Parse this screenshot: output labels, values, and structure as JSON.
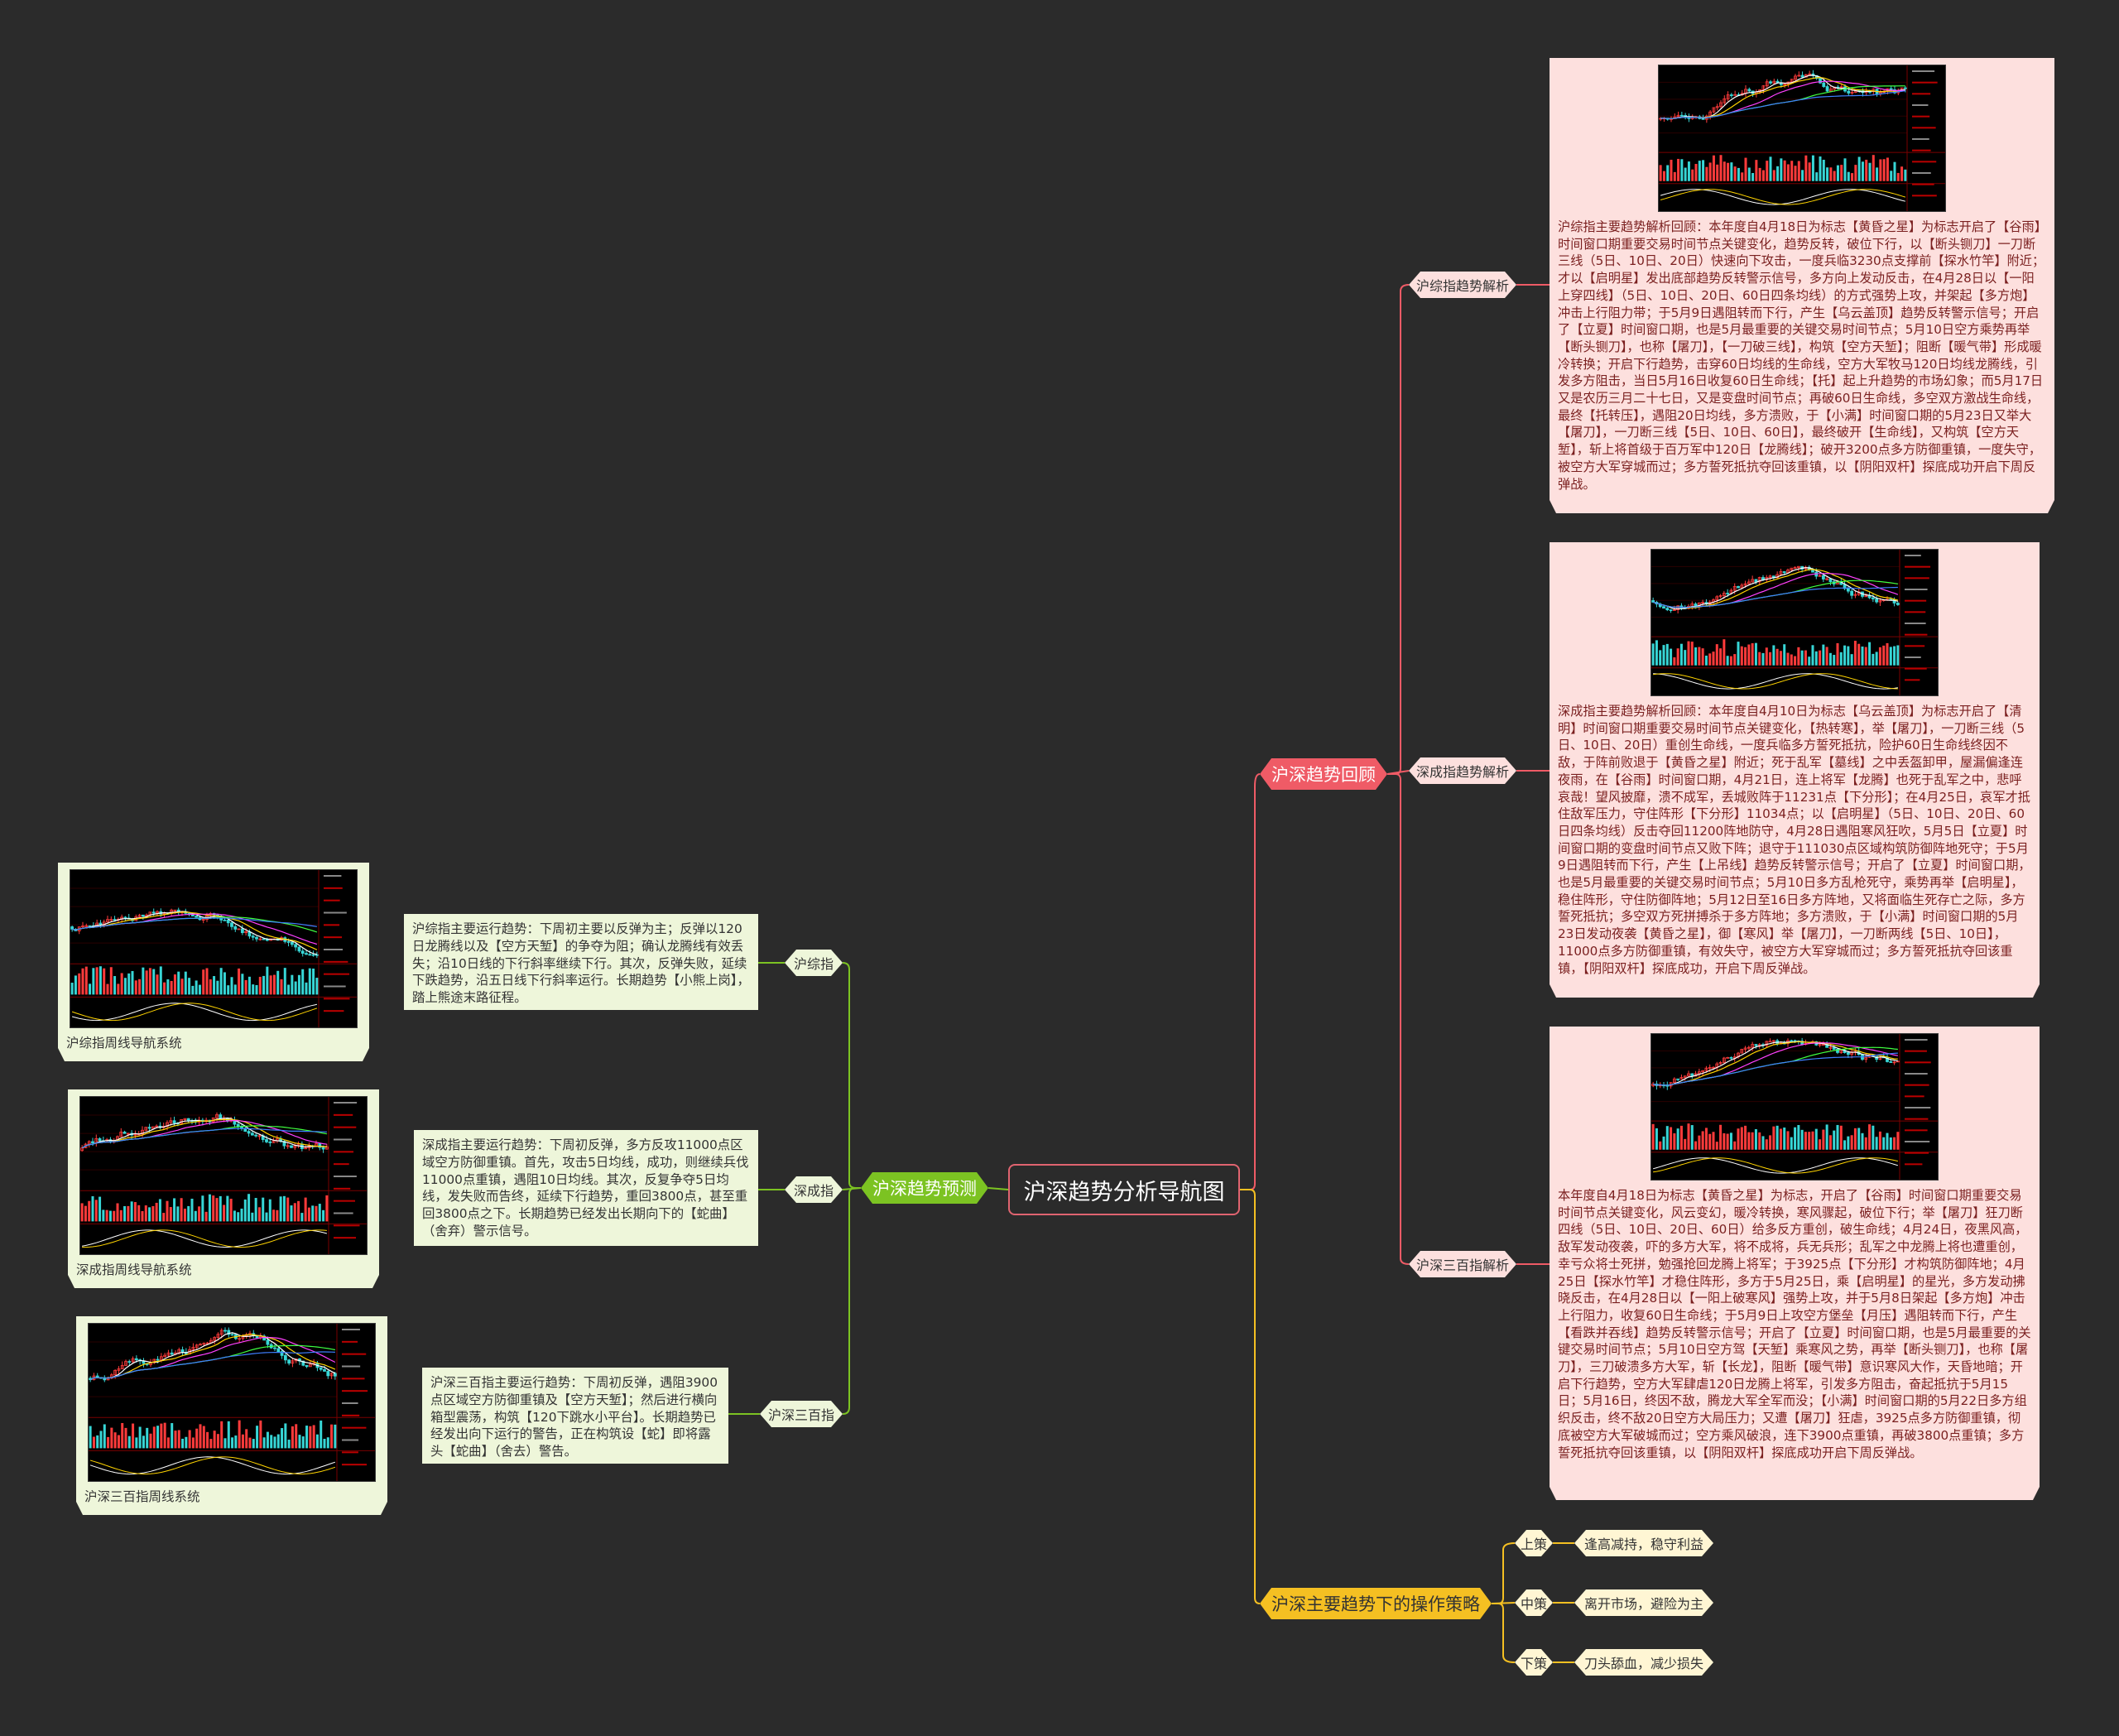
{
  "root": {
    "title": "沪深趋势分析导航图"
  },
  "branches": {
    "review": {
      "label": "沪深趋势回顾",
      "color": "#ef5b66",
      "items": [
        {
          "label": "沪综指趋势解析",
          "text": "沪综指主要趋势解析回顾：本年度自4月18日为标志【黄昏之星】为标志开启了【谷雨】时间窗口期重要交易时间节点关键变化，趋势反转，破位下行，以【断头铡刀】一刀断三线（5日、10日、20日）快速向下攻击，一度兵临3230点支撑前【探水竹竿】附近；才以【启明星】发出底部趋势反转警示信号，多方向上发动反击，在4月28日以【一阳上穿四线】（5日、10日、20日、60日四条均线）的方式强势上攻，并架起【多方炮】冲击上行阻力带；于5月9日遇阻转而下行，产生【乌云盖顶】趋势反转警示信号；开启了【立夏】时间窗口期，也是5月最重要的关键交易时间节点；5月10日空方乘势再举【断头铡刀】，也称【屠刀】，【一刀破三线】，构筑【空方天堑】；阻断【暖气带】形成暖冷转换；开启下行趋势，击穿60日均线的生命线，空方大军牧马120日均线龙腾线，引发多方阻击，当日5月16日收复60日生命线；【托】起上升趋势的市场幻象；而5月17日又是农历三月二十七日，又是变盘时间节点；再破60日生命线，多空双方激战生命线，最终【托转压】，遇阻20日均线，多方溃败，于【小满】时间窗口期的5月23日又举大【屠刀】，一刀断三线【5日、10日、60日】，最终破开【生命线】，又构筑【空方天堑】，斩上将首级于百万军中120日【龙腾线】；破开3200点多方防御重镇，一度失守，被空方大军穿城而过；多方誓死抵抗夺回该重镇，以【阴阳双杆】探底成功开启下周反弹战。"
        },
        {
          "label": "深成指趋势解析",
          "text": "深成指主要趋势解析回顾：本年度自4月10日为标志【乌云盖顶】为标志开启了【清明】时间窗口期重要交易时间节点关键变化，【热转寒】，举【屠刀】，一刀断三线（5日、10日、20日）重创生命线，一度兵临多方誓死抵抗，险护60日生命线终因不敌，于阵前败退于【黄昏之星】附近；死于乱军【墓线】之中丢盔卸甲，屋漏偏逢连夜雨，在【谷雨】时间窗口期，4月21日，连上将军【龙腾】也死于乱军之中，悲呼哀哉！望风披靡，溃不成军，丢城败阵于11231点【下分形】；在4月25日，哀军才抵住敌军压力，守住阵形【下分形】11034点；以【启明星】（5日、10日、20日、60日四条均线）反击夺回11200阵地防守，4月28日遇阻寒风狂吹，5月5日【立夏】时间窗口期的变盘时间节点又败下阵；退守于111030点区域构筑防御阵地死守；于5月9日遇阻转而下行，产生【上吊线】趋势反转警示信号；开启了【立夏】时间窗口期，也是5月最重要的关键交易时间节点；5月10日多方乱枪死守，乘势再举【启明星】，稳住阵形，守住防御阵地；5月12日至16日多方阵地，又将面临生死存亡之际，多方誓死抵抗；多空双方死拼搏杀于多方阵地；多方溃败，于【小满】时间窗口期的5月23日发动夜袭【黄昏之星】，御【寒风】举【屠刀】，一刀断两线【5日、10日】，11000点多方防御重镇，有效失守，被空方大军穿城而过；多方誓死抵抗夺回该重镇，【阴阳双杆】探底成功，开启下周反弹战。"
        },
        {
          "label": "沪深三百指解析",
          "text": "本年度自4月18日为标志【黄昏之星】为标志，开启了【谷雨】时间窗口期重要交易时间节点关键变化，风云变幻，暖冷转换，寒风骤起，破位下行；举【屠刀】狂刀断四线（5日、10日、20日、60日）给多反方重创，破生命线；4月24日，夜黑风高，敌军发动夜袭，吓的多方大军，将不成将，兵无兵形；乱军之中龙腾上将也遭重创，幸亏众将士死拼，勉强抢回龙腾上将军；于3925点【下分形】才构筑防御阵地；4月25日【探水竹竿】才稳住阵形，多方于5月25日，乘【启明星】的星光，多方发动拂晓反击，在4月28日以【一阳上破寒风】强势上攻，并于5月8日架起【多方炮】冲击上行阻力，收复60日生命线；于5月9日上攻空方堡垒【月压】遇阻转而下行，产生【看跌并吞线】趋势反转警示信号；开启了【立夏】时间窗口期，也是5月最重要的关键交易时间节点；5月10日空方驾【天堑】乘寒风之势，再举【断头铡刀】，也称【屠刀】，三刀破溃多方大军，斩【长龙】，阻断【暖气带】意识寒风大作，天昏地暗；开启下行趋势，空方大军肆虐120日龙腾上将军，引发多方阻击，奋起抵抗于5月15日；5月16日，终因不敌，腾龙大军全军而没；【小满】时间窗口期的5月22日多方组织反击，终不敌20日空方大局压力；又遭【屠刀】狂虐，3925点多方防御重镇，彻底被空方大军破城而过；空方乘风破浪，连下3900点重镇，再破3800点重镇；多方誓死抵抗夺回该重镇，以【阴阳双杆】探底成功开启下周反弹战。"
        }
      ]
    },
    "forecast": {
      "label": "沪深趋势预测",
      "color": "#7cc322",
      "items": [
        {
          "label": "沪综指",
          "text": "沪综指主要运行趋势：下周初主要以反弹为主；反弹以120日龙腾线以及【空方天堑】的争夺为阻；确认龙腾线有效丢失；沿10日线的下行斜率继续下行。其次，反弹失败，延续下跌趋势，沿五日线下行斜率运行。长期趋势【小熊上岗】，踏上熊途末路征程。",
          "caption": "沪综指周线导航系统"
        },
        {
          "label": "深成指",
          "text": "深成指主要运行趋势：下周初反弹，多方反攻11000点区域空方防御重镇。首先，攻击5日均线，成功，则继续兵伐11000点重镇，遇阻10日均线。其次，反复争夺5日均线，发失败而告终，延续下行趋势，重回3800点，甚至重回3800点之下。长期趋势已经发出长期向下的【蛇曲】（舍弃）警示信号。",
          "caption": "深成指周线导航系统"
        },
        {
          "label": "沪深三百指",
          "text": "沪深三百指主要运行趋势：下周初反弹，遇阻3900点区域空方防御重镇及【空方天堑】；然后进行横向箱型震荡，构筑【120下跳水小平台】。长期趋势已经发出向下运行的警告，正在构筑设【蛇】即将露头【蛇曲】（舍去）警告。",
          "caption": "沪深三百指周线系统"
        }
      ]
    },
    "strategy": {
      "label": "沪深主要趋势下的操作策略",
      "color": "#f5c022",
      "items": [
        {
          "label": "上策",
          "text": "逢高减持，稳守利益"
        },
        {
          "label": "中策",
          "text": "离开市场，避险为主"
        },
        {
          "label": "下策",
          "text": "刀头舔血，减少损失"
        }
      ]
    }
  }
}
